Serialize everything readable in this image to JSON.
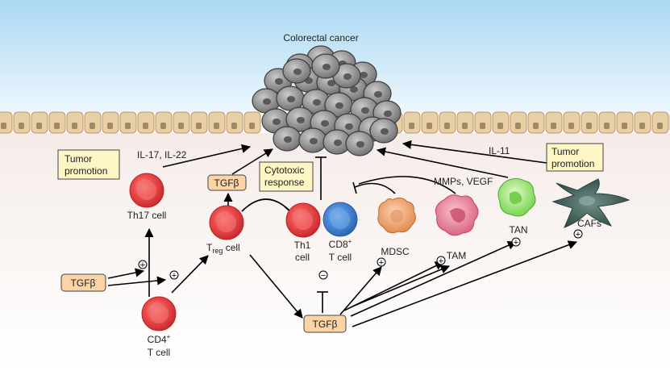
{
  "title": "Colorectal cancer",
  "boxes": {
    "tumor_promotion_left": [
      "Tumor",
      "promotion"
    ],
    "tumor_promotion_right": [
      "Tumor",
      "promotion"
    ],
    "cytotoxic_response": [
      "Cytotoxic",
      "response"
    ],
    "tgfb_top": "TGFβ",
    "tgfb_left": "TGFβ",
    "tgfb_bottom": "TGFβ"
  },
  "labels": {
    "il17_il22": "IL-17, IL-22",
    "mmps_vegf": "MMPs, VEGF",
    "il11": "IL-11"
  },
  "cells": {
    "th17": "Th17 cell",
    "treg_main": "T",
    "treg_sub": "reg",
    "treg_suffix": " cell",
    "th1": [
      "Th1",
      "cell"
    ],
    "cd8_main": "CD8",
    "cd8_sup": "+",
    "cd8_line2": "T cell",
    "mdsc": "MDSC",
    "tam": "TAM",
    "tan": "TAN",
    "cafs": "CAFs",
    "cd4_main": "CD4",
    "cd4_sup": "+",
    "cd4_line2": "T cell"
  },
  "signs": {
    "plus": "+",
    "minus": "−"
  },
  "colors": {
    "sky_top": "#a9d8f2",
    "epithelium": "#e9cfa6",
    "nucleus": "#a0896b",
    "box_yellow": "#fdf6c4",
    "box_peach": "#fbd3a4",
    "red_cell": "#e0393e",
    "blue_cell": "#3a78c9",
    "mdsc": "#ec9a5e",
    "tam": "#e8748d",
    "tan": "#8ee55e",
    "caf": "#3b5e56",
    "tumor": "#8a8a8a"
  }
}
